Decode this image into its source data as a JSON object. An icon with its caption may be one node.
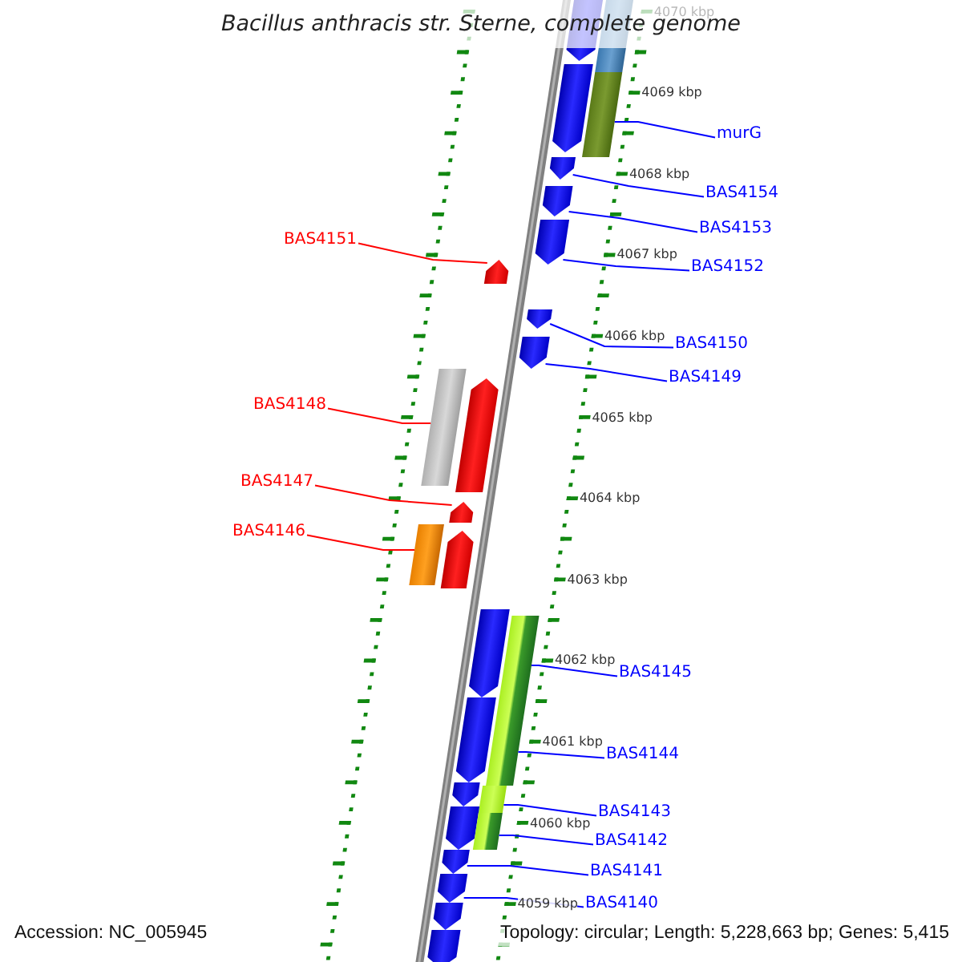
{
  "diagram": {
    "title": "Bacillus anthracis str. Sterne, complete genome",
    "nodes": [
      {
        "text": [
          "murG"
        ]
      },
      {
        "text": [
          "BAS4154"
        ]
      },
      {
        "text": [
          "BAS4153"
        ]
      },
      {
        "text": [
          "BAS4151"
        ]
      },
      {
        "text": [
          "BAS4152"
        ]
      },
      {
        "text": [
          "BAS4150"
        ]
      },
      {
        "text": [
          "BAS4149"
        ]
      },
      {
        "text": [
          "BAS4148"
        ]
      },
      {
        "text": [
          "BAS4147"
        ]
      },
      {
        "text": [
          "BAS4146"
        ]
      },
      {
        "text": [
          "BAS4145"
        ]
      },
      {
        "text": [
          "BAS4144"
        ]
      },
      {
        "text": [
          "BAS4143"
        ]
      },
      {
        "text": [
          "BAS4142"
        ]
      },
      {
        "text": [
          "BAS4141"
        ]
      },
      {
        "text": [
          "BAS4140"
        ]
      },
      {
        "text": [],
        "shape": "pentagon"
      },
      {
        "text": [],
        "shape": "box"
      },
      {
        "text": [],
        "shape": "pentagon"
      },
      {
        "text": [],
        "shape": "box"
      },
      {
        "text": [],
        "shape": "pentagon"
      },
      {
        "text": [],
        "shape": "pentagon"
      },
      {
        "text": [],
        "shape": "pentagon"
      },
      {
        "text": [],
        "shape": "pentagon"
      },
      {
        "text": [],
        "shape": "pentagon"
      },
      {
        "text": [],
        "shape": "pentagon"
      },
      {
        "text": [],
        "shape": "box"
      },
      {
        "text": [],
        "shape": "pentagon"
      },
      {
        "text": [],
        "shape": "pentagon"
      },
      {
        "text": [],
        "shape": "box"
      },
      {
        "text": [],
        "shape": "pentagon"
      },
      {
        "text": [],
        "shape": "pentagon"
      },
      {
        "text": [],
        "shape": "box"
      },
      {
        "text": [],
        "shape": "pentagon"
      },
      {
        "text": [],
        "shape": "box"
      },
      {
        "text": [],
        "shape": "pentagon"
      },
      {
        "text": [],
        "shape": "box"
      },
      {
        "text": [],
        "shape": "pentagon"
      },
      {
        "text": [],
        "shape": "box"
      },
      {
        "text": [],
        "shape": "pentagon"
      },
      {
        "text": [],
        "shape": "pentagon"
      },
      {
        "text": [],
        "shape": "pentagon"
      },
      {
        "text": [],
        "shape": "pentagon"
      }
    ],
    "edges": [
      {
        "from": 0,
        "to": 19,
        "arrow": "none"
      },
      {
        "from": 1,
        "to": 20,
        "arrow": "none"
      },
      {
        "from": 2,
        "to": 21,
        "arrow": "none"
      },
      {
        "from": 3,
        "to": 23,
        "arrow": "none",
        "color": "#ff0000"
      },
      {
        "from": 4,
        "to": 22,
        "arrow": "none"
      },
      {
        "from": 5,
        "to": 24,
        "arrow": "none"
      },
      {
        "from": 6,
        "to": 25,
        "arrow": "none"
      },
      {
        "from": 7,
        "to": 26,
        "arrow": "none",
        "color": "#ff0000"
      },
      {
        "from": 8,
        "to": 28,
        "arrow": "none",
        "color": "#ff0000"
      },
      {
        "from": 9,
        "to": 29,
        "arrow": "none",
        "color": "#ff0000"
      },
      {
        "from": 10,
        "to": 32,
        "arrow": "none"
      },
      {
        "from": 11,
        "to": 34,
        "arrow": "none"
      },
      {
        "from": 12,
        "to": 36,
        "arrow": "none"
      },
      {
        "from": 13,
        "to": 38,
        "arrow": "none"
      },
      {
        "from": 14,
        "to": 39,
        "arrow": "none"
      },
      {
        "from": 15,
        "to": 40,
        "arrow": "none"
      }
    ],
    "labels": [
      "4070 kbp",
      "4069 kbp",
      "4068 kbp",
      "4067 kbp",
      "4066 kbp",
      "4065 kbp",
      "4064 kbp",
      "4063 kbp",
      "4062 kbp",
      "4061 kbp",
      "4060 kbp",
      "4059 kbp",
      "Accession: NC_005945",
      "Topology: circular; Length: 5,228,663 bp; Genes: 5,415"
    ]
  }
}
